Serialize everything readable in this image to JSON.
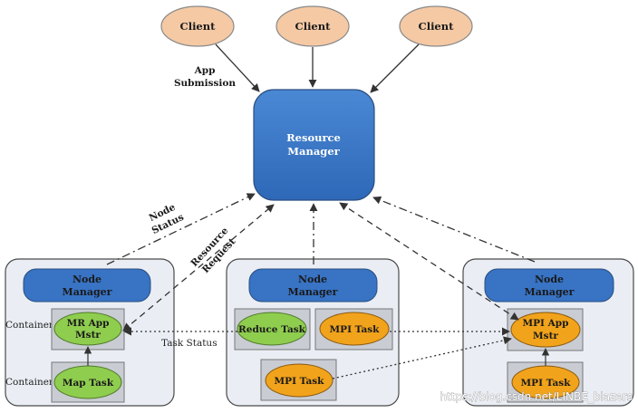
{
  "clients": [
    "Client",
    "Client",
    "Client"
  ],
  "resource_manager": {
    "line1": "Resource",
    "line2": "Manager"
  },
  "node_manager": {
    "line1": "Node",
    "line2": "Manager"
  },
  "labels": {
    "app_submission_1": "App",
    "app_submission_2": "Submission",
    "node_status_1": "Node",
    "node_status_2": "Status",
    "resource_request_1": "Resource",
    "resource_request_2": "Request",
    "task_status": "Task Status",
    "container": "Container"
  },
  "tasks": {
    "mr_app_1": "MR App",
    "mr_app_2": "Mstr",
    "map_task": "Map Task",
    "reduce_task": "Reduce Task",
    "mpi_task": "MPI Task",
    "mpi_app_1": "MPI App",
    "mpi_app_2": "Mstr"
  },
  "watermark": "https://blog.csdn.net/LINBE_blazers",
  "colors": {
    "client_fill": "#f4c9a4",
    "client_stroke": "#8a8a8a",
    "rm_fill": "#3d7cc9",
    "nm_fill": "#3873c4",
    "green_fill": "#8fcd4f",
    "orange_fill": "#f1a31b",
    "box_fill": "#eaeef4",
    "slot_fill": "#c9ccd3"
  }
}
